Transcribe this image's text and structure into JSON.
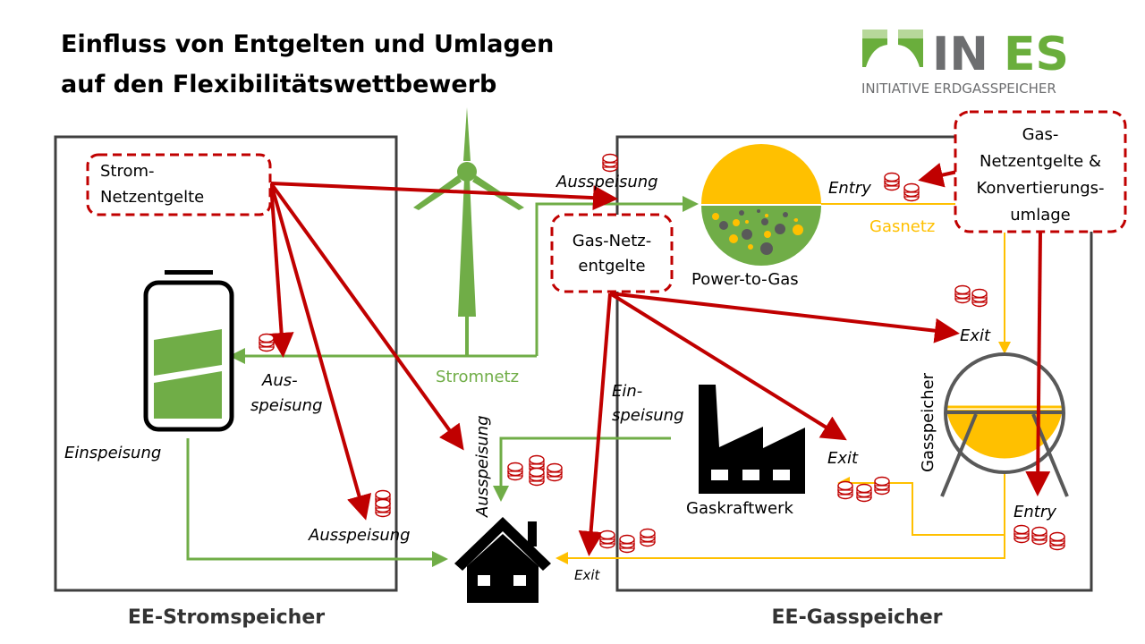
{
  "title": {
    "line1": "Einfluss von Entgelten und Umlagen",
    "line2": "auf den Flexibilitätswettbewerb"
  },
  "logo": {
    "name": "INES",
    "name_part1": "IN",
    "name_part2": "ES",
    "subtitle": "INITIATIVE ERDGASSPEICHER",
    "colors": {
      "green": "#6aae3c",
      "light_green": "#b7d89a",
      "gray": "#6d6e70"
    }
  },
  "colors": {
    "strom": "#70ad47",
    "gas": "#ffc000",
    "fee": "#c00000",
    "box": "#404040"
  },
  "fee_boxes": {
    "strom": {
      "line1": "Strom-",
      "line2": "Netzentgelte"
    },
    "gas_mid": {
      "line1": "Gas-Netz-",
      "line2": "entgelte"
    },
    "gas_right": {
      "line1": "Gas-",
      "line2": "Netzentgelte &",
      "line3": "Konvertierungs-",
      "line4": "umlage"
    }
  },
  "labels": {
    "ausspeisung_top": "Ausspeisung",
    "entry_top": "Entry",
    "gasnetz": "Gasnetz",
    "power_to_gas": "Power-to-Gas",
    "stromnetz": "Stromnetz",
    "aus_line1": "Aus-",
    "aus_line2": "speisung",
    "einspeisung_left": "Einspeisung",
    "ausspeisung_bottom": "Ausspeisung",
    "ausspeisung_vertical": "Ausspeisung",
    "ein_line1": "Ein-",
    "ein_line2": "speisung",
    "exit_storage": "Exit",
    "exit_plant": "Exit",
    "exit_house": "Exit",
    "entry_storage": "Entry",
    "gasspeicher": "Gasspeicher",
    "gaskraftwerk": "Gaskraftwerk"
  },
  "sections": {
    "left": "EE-Stromspeicher",
    "right": "EE-Gasspeicher"
  },
  "icons": {
    "wind": "wind-turbine-icon",
    "battery": "battery-icon",
    "p2g": "power-to-gas-icon",
    "tank": "gas-storage-tank-icon",
    "factory": "factory-icon",
    "house": "house-icon",
    "coins": "coins-icon"
  }
}
